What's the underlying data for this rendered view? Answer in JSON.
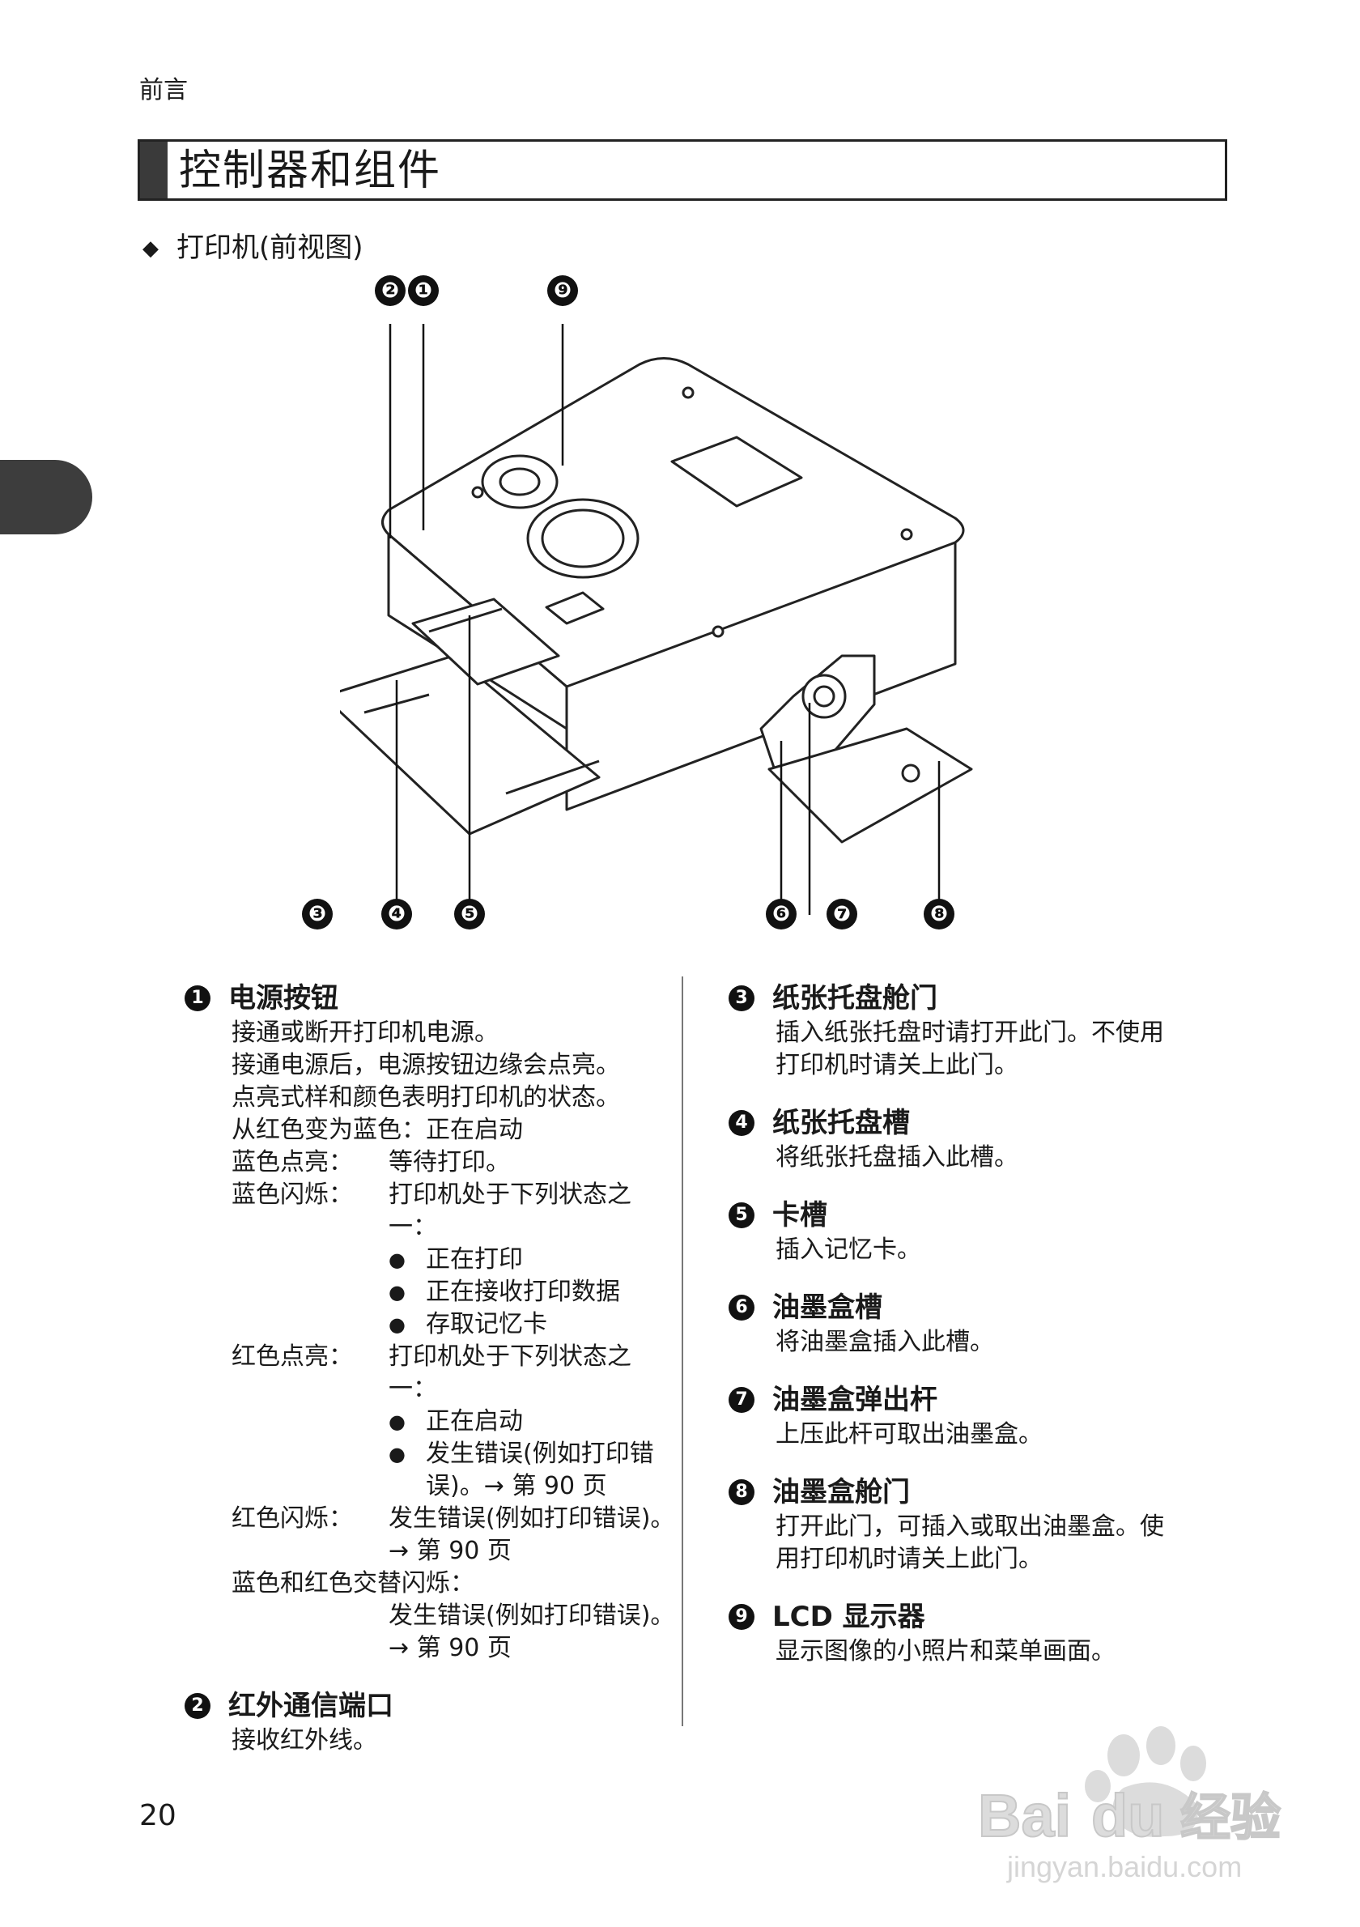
{
  "header": {
    "section": "前言"
  },
  "title": "控制器和组件",
  "subheading": {
    "marker": "◆",
    "text": "打印机(前视图)"
  },
  "diagram": {
    "callouts": [
      "❷",
      "❶",
      "❾",
      "❸",
      "❹",
      "❺",
      "❻",
      "❼",
      "❽"
    ]
  },
  "left_column": {
    "items": [
      {
        "num": "1",
        "title": "电源按钮",
        "lines": [
          "接通或断开打印机电源。",
          "接通电源后，电源按钮边缘会点亮。",
          "点亮式样和颜色表明打印机的状态。",
          "从红色变为蓝色：正在启动"
        ],
        "status": [
          {
            "label": "蓝色点亮：",
            "text": "等待打印。",
            "bullets": []
          },
          {
            "label": "蓝色闪烁：",
            "text": "打印机处于下列状态之一：",
            "bullets": [
              "正在打印",
              "正在接收打印数据",
              "存取记忆卡"
            ]
          },
          {
            "label": "红色点亮：",
            "text": "打印机处于下列状态之一：",
            "bullets": [
              "正在启动",
              "发生错误(例如打印错误)。→ 第 90 页"
            ]
          },
          {
            "label": "红色闪烁：",
            "text": "发生错误(例如打印错误)。→ 第 90 页",
            "bullets": []
          }
        ],
        "alt_label": "蓝色和红色交替闪烁：",
        "alt_text": "发生错误(例如打印错误)。→ 第 90 页"
      },
      {
        "num": "2",
        "title": "红外通信端口",
        "lines": [
          "接收红外线。"
        ]
      }
    ]
  },
  "right_column": {
    "items": [
      {
        "num": "3",
        "title": "纸张托盘舱门",
        "lines": [
          "插入纸张托盘时请打开此门。不使用",
          "打印机时请关上此门。"
        ]
      },
      {
        "num": "4",
        "title": "纸张托盘槽",
        "lines": [
          "将纸张托盘插入此槽。"
        ]
      },
      {
        "num": "5",
        "title": "卡槽",
        "lines": [
          "插入记忆卡。"
        ]
      },
      {
        "num": "6",
        "title": "油墨盒槽",
        "lines": [
          "将油墨盒插入此槽。"
        ]
      },
      {
        "num": "7",
        "title": "油墨盒弹出杆",
        "lines": [
          "上压此杆可取出油墨盒。"
        ]
      },
      {
        "num": "8",
        "title": "油墨盒舱门",
        "lines": [
          "打开此门，可插入或取出油墨盒。使",
          "用打印机时请关上此门。"
        ]
      },
      {
        "num": "9",
        "title": "LCD 显示器",
        "lines": [
          "显示图像的小照片和菜单画面。"
        ]
      }
    ]
  },
  "page_number": "20",
  "watermark": {
    "brand": "Bai",
    "brand2": "du",
    "cn": "经验",
    "url": "jingyan.baidu.com"
  }
}
